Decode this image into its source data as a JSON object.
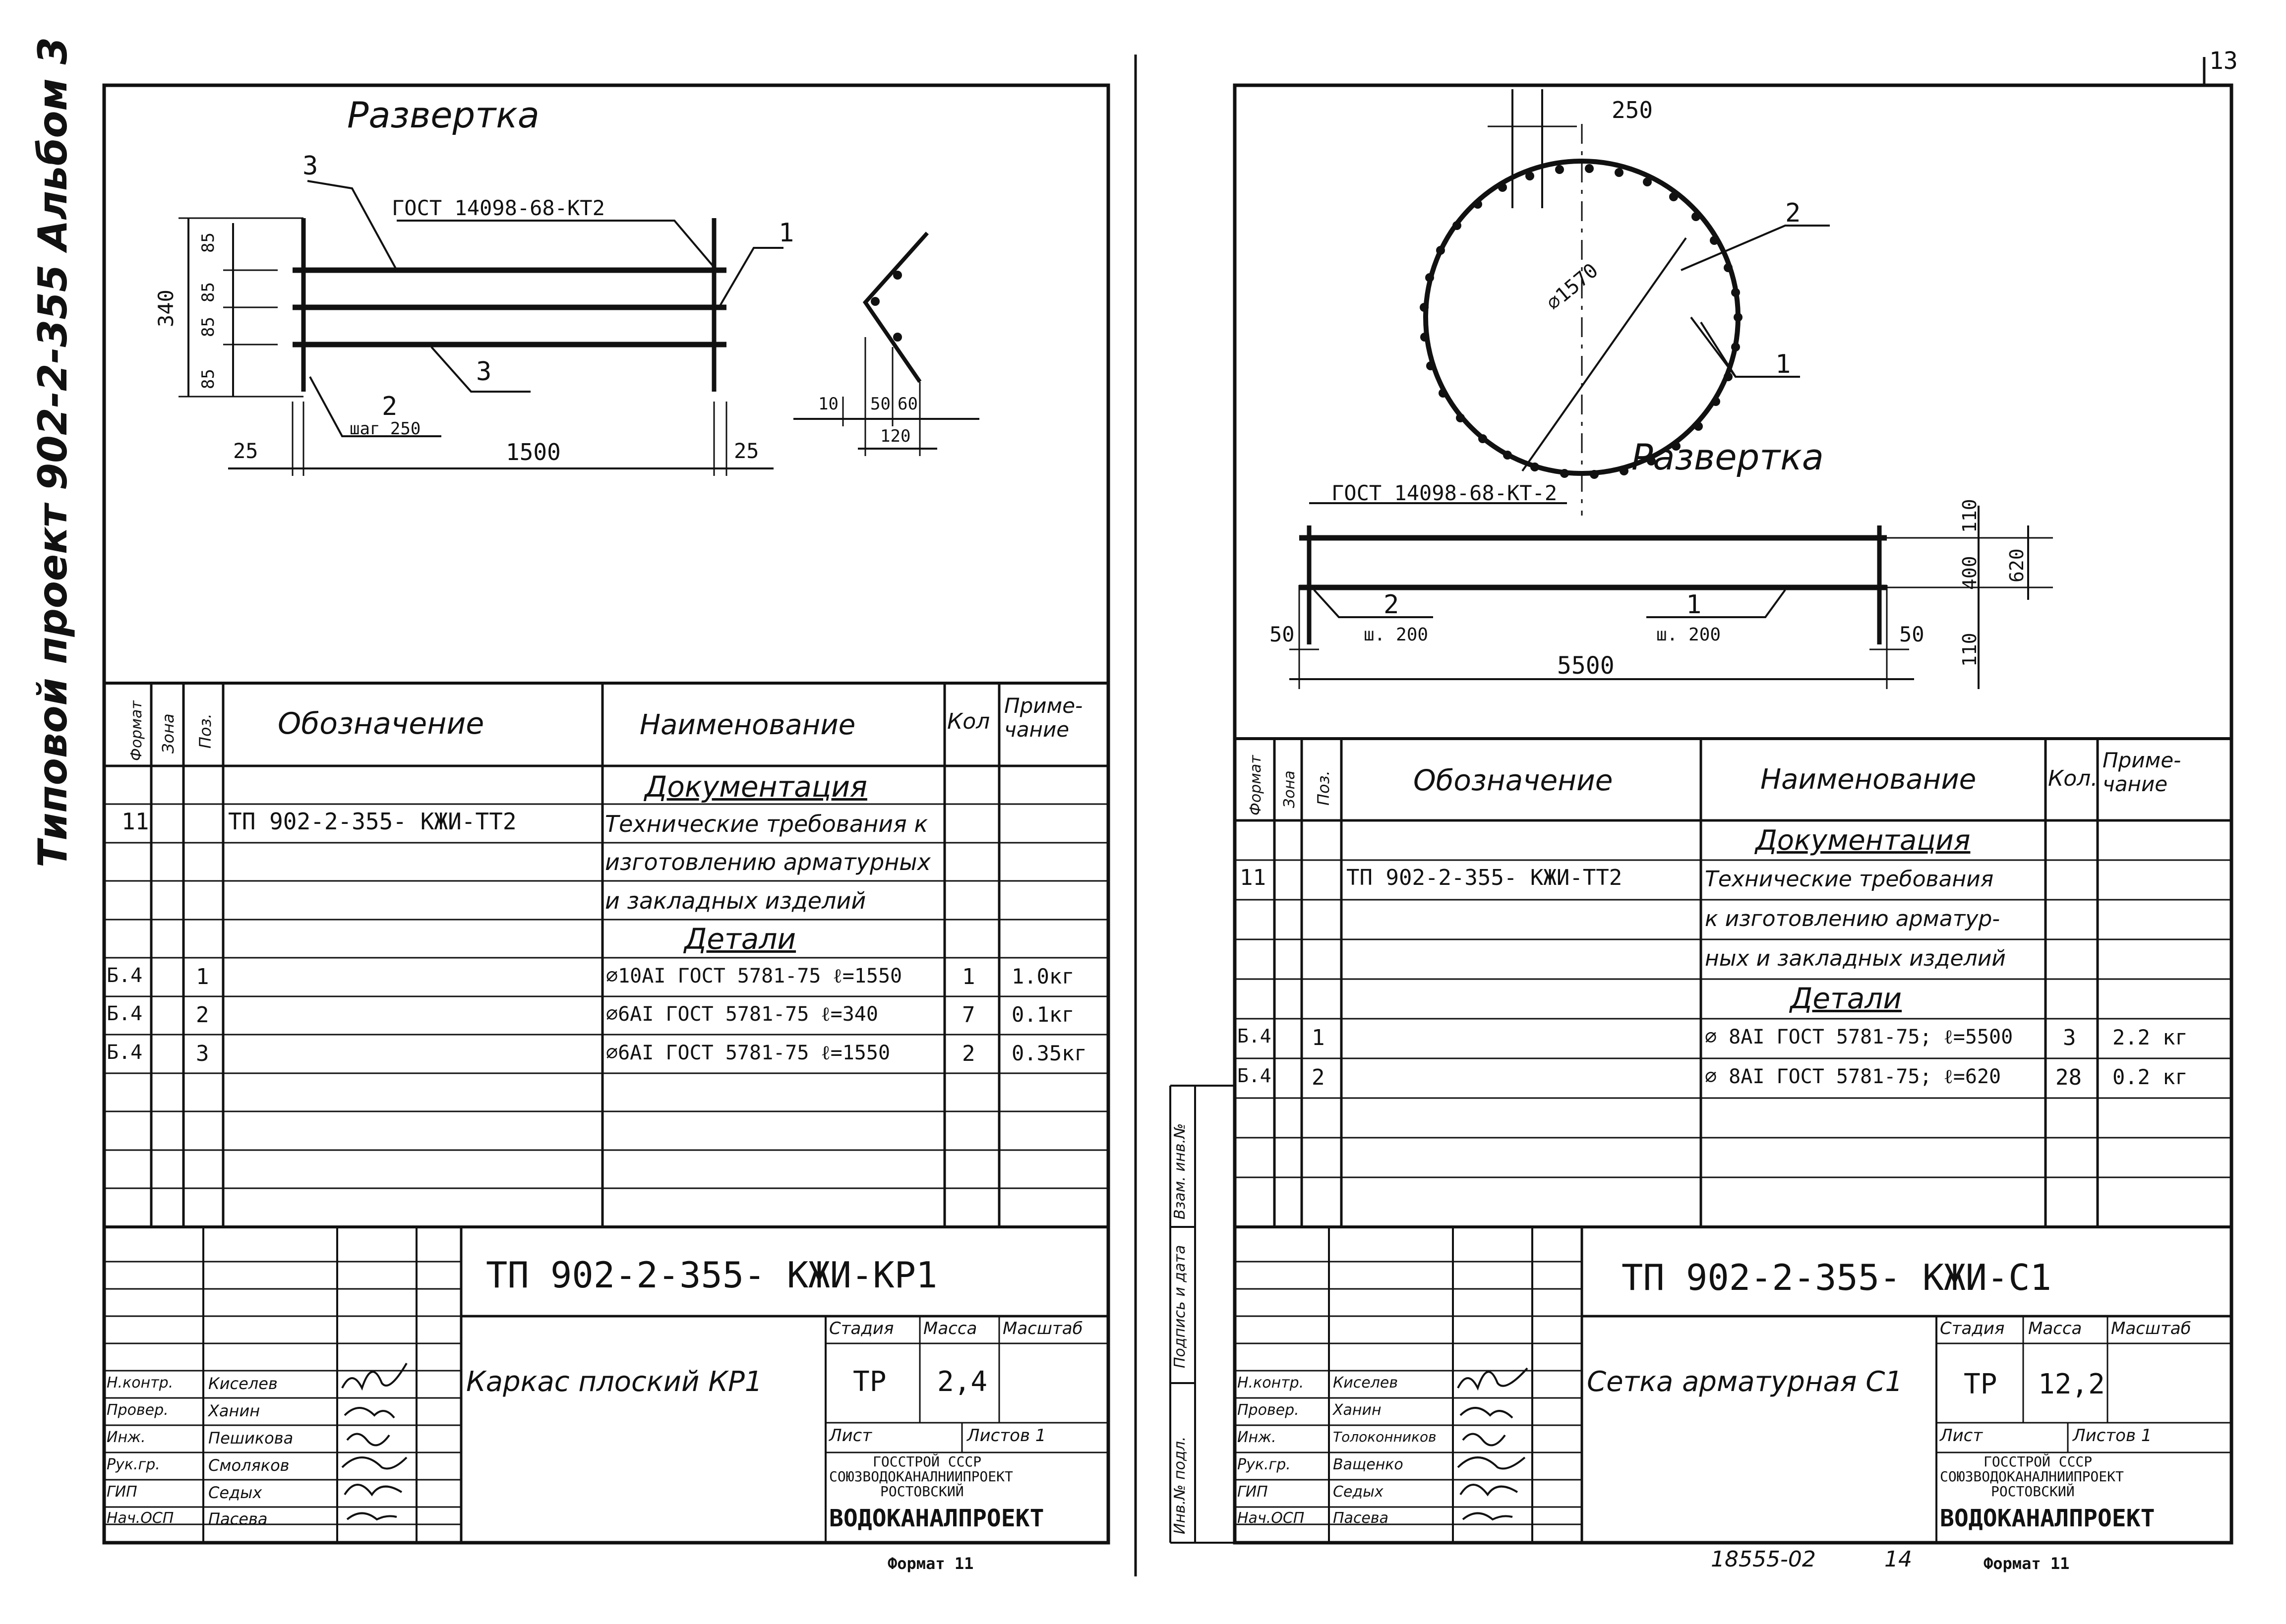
{
  "page_number": "13",
  "side_stamp": {
    "left_vertical": "Типовой проект 902-2-355 Альбом 3",
    "right_vertical_1": "Взам. инв.№",
    "right_vertical_2": "Подпись и дата",
    "right_vertical_3": "Инв.№ подл."
  },
  "sheet_left": {
    "drawing_title": "Развертка",
    "callouts": {
      "gost": "ГОСТ 14098-68-КТ2",
      "pos1": "1",
      "pos2": "2",
      "pos3a": "3",
      "pos3b": "3",
      "step": "шаг 250"
    },
    "dims": {
      "h340": "340",
      "d85a": "85",
      "d85b": "85",
      "d85c": "85",
      "d85d": "85",
      "len": "1500",
      "end_l": "25",
      "end_r": "25",
      "d10": "10",
      "d50": "50",
      "d60": "60",
      "d120": "120"
    },
    "table_headers": {
      "format": "Формат",
      "zone": "Зона",
      "pos": "Поз.",
      "designation": "Обозначение",
      "name": "Наименование",
      "qty": "Кол",
      "note": "Приме-\nчание"
    },
    "section_doc": "Документация",
    "section_details": "Детали",
    "doc_row": {
      "format": "11",
      "designation": "ТП 902-2-355- КЖИ-ТТ2",
      "name_1": "Технические требования к",
      "name_2": "изготовлению арматурных",
      "name_3": "и закладных изделий"
    },
    "details": [
      {
        "format": "Б.4",
        "pos": "1",
        "name": "⌀10АI ГОСТ 5781-75 ℓ=1550",
        "qty": "1",
        "note": "1.0кг"
      },
      {
        "format": "Б.4",
        "pos": "2",
        "name": "⌀6АI ГОСТ 5781-75 ℓ=340",
        "qty": "7",
        "note": "0.1кг"
      },
      {
        "format": "Б.4",
        "pos": "3",
        "name": "⌀6АI ГОСТ 5781-75 ℓ=1550",
        "qty": "2",
        "note": "0.35кг"
      }
    ],
    "title_block": {
      "code": "ТП 902-2-355- КЖИ-КР1",
      "title": "Каркас плоский КР1",
      "stage_label": "Стадия",
      "mass_label": "Масса",
      "scale_label": "Масштаб",
      "stage": "ТР",
      "mass": "2,4",
      "sheet_label": "Лист",
      "sheets_label": "Листов 1",
      "org_1": "ГОССТРОЙ СССР",
      "org_2": "СОЮЗВОДОКАНАЛНИИПРОЕКТ",
      "org_3": "РОСТОВСКИЙ",
      "org_4": "ВОДОКАНАЛПРОЕКТ",
      "roles": [
        "Н.контр.",
        "Провер.",
        "Инж.",
        "Рук.гр.",
        "ГИП",
        "Нач.ОСП"
      ],
      "names": [
        "Киселев",
        "Ханин",
        "Пешикова",
        "Смоляков",
        "Седых",
        "Пасева"
      ]
    },
    "format_footer": "Формат 11"
  },
  "sheet_right": {
    "diameter_dims": {
      "d250": "250",
      "diam": "⌀1570",
      "pos2": "2",
      "pos1": "1"
    },
    "drawing_title": "Развертка",
    "callouts": {
      "gost": "ГОСТ 14098-68-КТ-2",
      "pos2": "2",
      "pos1": "1",
      "step2": "ш. 200",
      "step1": "ш. 200"
    },
    "dims": {
      "d50l": "50",
      "d50r": "50",
      "len": "5500",
      "d110a": "110",
      "d400": "400",
      "d620": "620",
      "d110b": "110"
    },
    "table_headers": {
      "format": "Формат",
      "zone": "Зона",
      "pos": "Поз.",
      "designation": "Обозначение",
      "name": "Наименование",
      "qty": "Кол.",
      "note": "Приме-\nчание"
    },
    "section_doc": "Документация",
    "section_details": "Детали",
    "doc_row": {
      "format": "11",
      "designation": "ТП 902-2-355-  КЖИ-ТТ2",
      "name_1": "Технические требования",
      "name_2": "к изготовлению арматур-",
      "name_3": "ных и закладных изделий"
    },
    "details": [
      {
        "format": "Б.4",
        "pos": "1",
        "name": "⌀ 8АI ГОСТ 5781-75; ℓ=5500",
        "qty": "3",
        "note": "2.2 кг"
      },
      {
        "format": "Б.4",
        "pos": "2",
        "name": "⌀ 8АI ГОСТ 5781-75; ℓ=620",
        "qty": "28",
        "note": "0.2 кг"
      }
    ],
    "title_block": {
      "code": "ТП 902-2-355- КЖИ-С1",
      "title": "Сетка арматурная С1",
      "stage_label": "Стадия",
      "mass_label": "Масса",
      "scale_label": "Масштаб",
      "stage": "ТР",
      "mass": "12,2",
      "sheet_label": "Лист",
      "sheets_label": "Листов 1",
      "org_1": "ГОССТРОЙ СССР",
      "org_2": "СОЮЗВОДОКАНАЛНИИПРОЕКТ",
      "org_3": "РОСТОВСКИЙ",
      "org_4": "ВОДОКАНАЛПРОЕКТ",
      "roles": [
        "Н.контр.",
        "Провер.",
        "Инж.",
        "Рук.гр.",
        "ГИП",
        "Нач.ОСП"
      ],
      "names": [
        "Киселев",
        "Ханин",
        "Толоконников",
        "Ващенко",
        "Седых",
        "Пасева"
      ]
    },
    "footer_code": "18555-02",
    "footer_page": "14",
    "format_footer": "Формат 11"
  }
}
